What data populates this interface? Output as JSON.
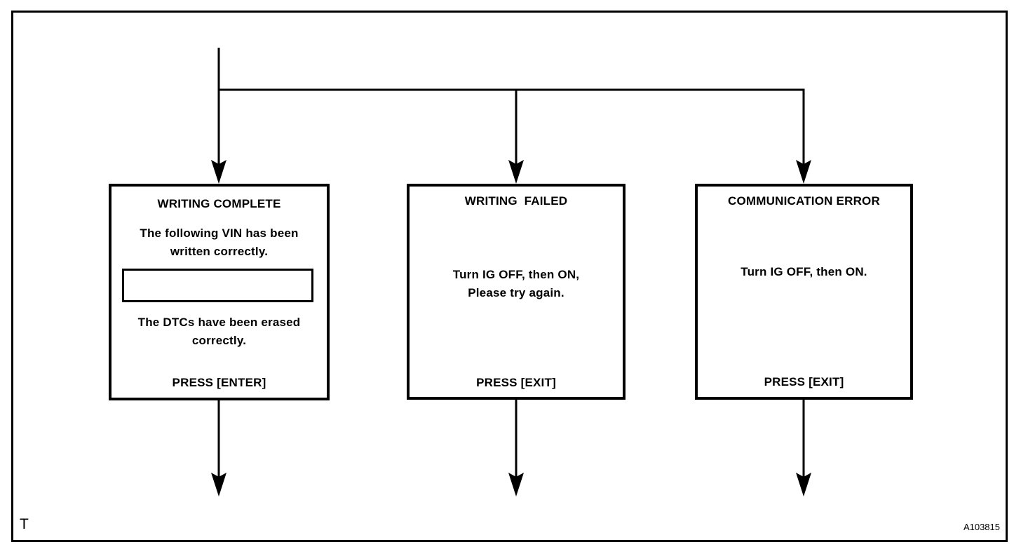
{
  "diagram": {
    "corner_label": "T",
    "figure_code": "A103815",
    "colors": {
      "line": "#000000",
      "background": "#ffffff"
    },
    "boxes": {
      "writing_complete": {
        "title": "WRITING COMPLETE",
        "vin_message_line1": "The following VIN has been",
        "vin_message_line2": "written correctly.",
        "vin_value": "",
        "dtc_message_line1": "The DTCs have been erased",
        "dtc_message_line2": "correctly.",
        "action": "PRESS [ENTER]"
      },
      "writing_failed": {
        "title": "WRITING  FAILED",
        "message_line1": "Turn IG OFF, then ON,",
        "message_line2": "Please try again.",
        "action": "PRESS [EXIT]"
      },
      "communication_error": {
        "title": "COMMUNICATION ERROR",
        "message_line1": "Turn IG OFF, then ON.",
        "action": "PRESS [EXIT]"
      }
    }
  }
}
